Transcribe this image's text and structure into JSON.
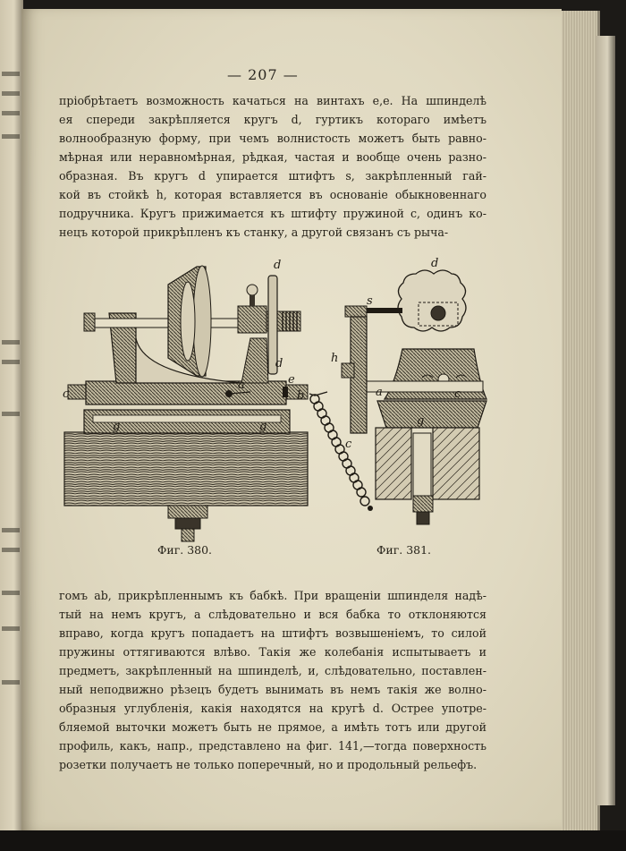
{
  "page": {
    "number": "— 207 —"
  },
  "paragraph_top": [
    "пріобрѣтаетъ возможность качаться на винтахъ e,e. На шпинделѣ",
    "ея спереди закрѣпляется кругъ d, гуртикъ котораго имѣетъ",
    "волнообразную форму, при чемъ волнистость можетъ быть равно-",
    "мѣрная или неравномѣрная, рѣдкая, частая и вообще очень разно-",
    "образная. Въ кругъ d упирается штифтъ s, закрѣпленный гай-",
    "кой въ стойкѣ h, которая вставляется въ основаніе обыкновеннаго",
    "подручника. Кругъ прижимается къ штифту пружиной c, одинъ ко-",
    "нецъ которой прикрѣпленъ къ станку, а другой связанъ съ рыча-"
  ],
  "figures": {
    "fig380": {
      "caption": "Фиг. 380.",
      "labels": {
        "d": "d",
        "d2": "d",
        "c": "c",
        "e": "e",
        "b": "b",
        "a": "a",
        "g1": "g",
        "g2": "g"
      }
    },
    "fig381": {
      "caption": "Фиг. 381.",
      "labels": {
        "d": "d",
        "s": "s",
        "h": "h",
        "a": "a",
        "c": "c",
        "g": "g",
        "c2": "c"
      }
    }
  },
  "paragraph_bottom": [
    "гомъ ab, прикрѣпленнымъ къ бабкѣ. При вращеніи шпинделя надѣ-",
    "тый на немъ кругъ, а слѣдовательно и вся бабка то отклоняются",
    "вправо, когда кругъ попадаетъ на штифтъ возвышеніемъ, то силой",
    "пружины оттягиваются влѣво. Такія же колебанія испытываетъ и",
    "предметъ, закрѣпленный на шпинделѣ, и, слѣдовательно, поставлен-",
    "ный неподвижно рѣзецъ будетъ вынимать въ немъ такія же волно-",
    "образныя углубленія, какія находятся на кругѣ d. Острее употре-",
    "бляемой выточки можетъ быть не прямое, а имѣть тотъ или другой",
    "профиль, какъ, напр., представлено на фиг. 141,—тогда поверхность",
    "розетки получаетъ не только поперечный, но и продольный рельефъ."
  ]
}
